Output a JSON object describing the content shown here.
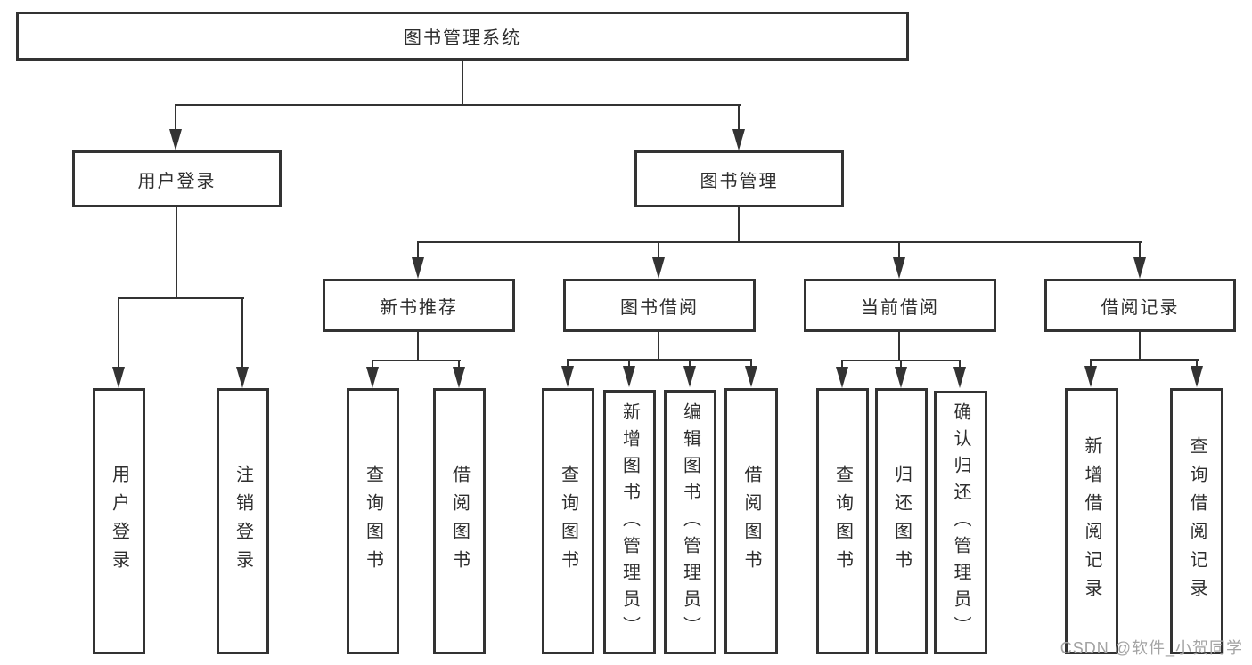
{
  "diagram": {
    "title": "图书管理系统",
    "branches": [
      {
        "label": "用户登录",
        "children": [
          {
            "label": "用户登录"
          },
          {
            "label": "注销登录"
          }
        ]
      },
      {
        "label": "图书管理",
        "children": [
          {
            "label": "新书推荐",
            "children": [
              {
                "label": "查询图书"
              },
              {
                "label": "借阅图书"
              }
            ]
          },
          {
            "label": "图书借阅",
            "children": [
              {
                "label": "查询图书"
              },
              {
                "label": "新增图书（管理员）"
              },
              {
                "label": "编辑图书（管理员）"
              },
              {
                "label": "借阅图书"
              }
            ]
          },
          {
            "label": "当前借阅",
            "children": [
              {
                "label": "查询图书"
              },
              {
                "label": "归还图书"
              },
              {
                "label": "确认归还（管理员）"
              }
            ]
          },
          {
            "label": "借阅记录",
            "children": [
              {
                "label": "新增借阅记录"
              },
              {
                "label": "查询借阅记录"
              }
            ]
          }
        ]
      }
    ]
  },
  "watermark": {
    "text": "CSDN @软件_小贺同学"
  },
  "colors": {
    "line": "#333333",
    "text": "#2e2e2e",
    "background": "#ffffff",
    "watermark": "#a3a3a3"
  }
}
